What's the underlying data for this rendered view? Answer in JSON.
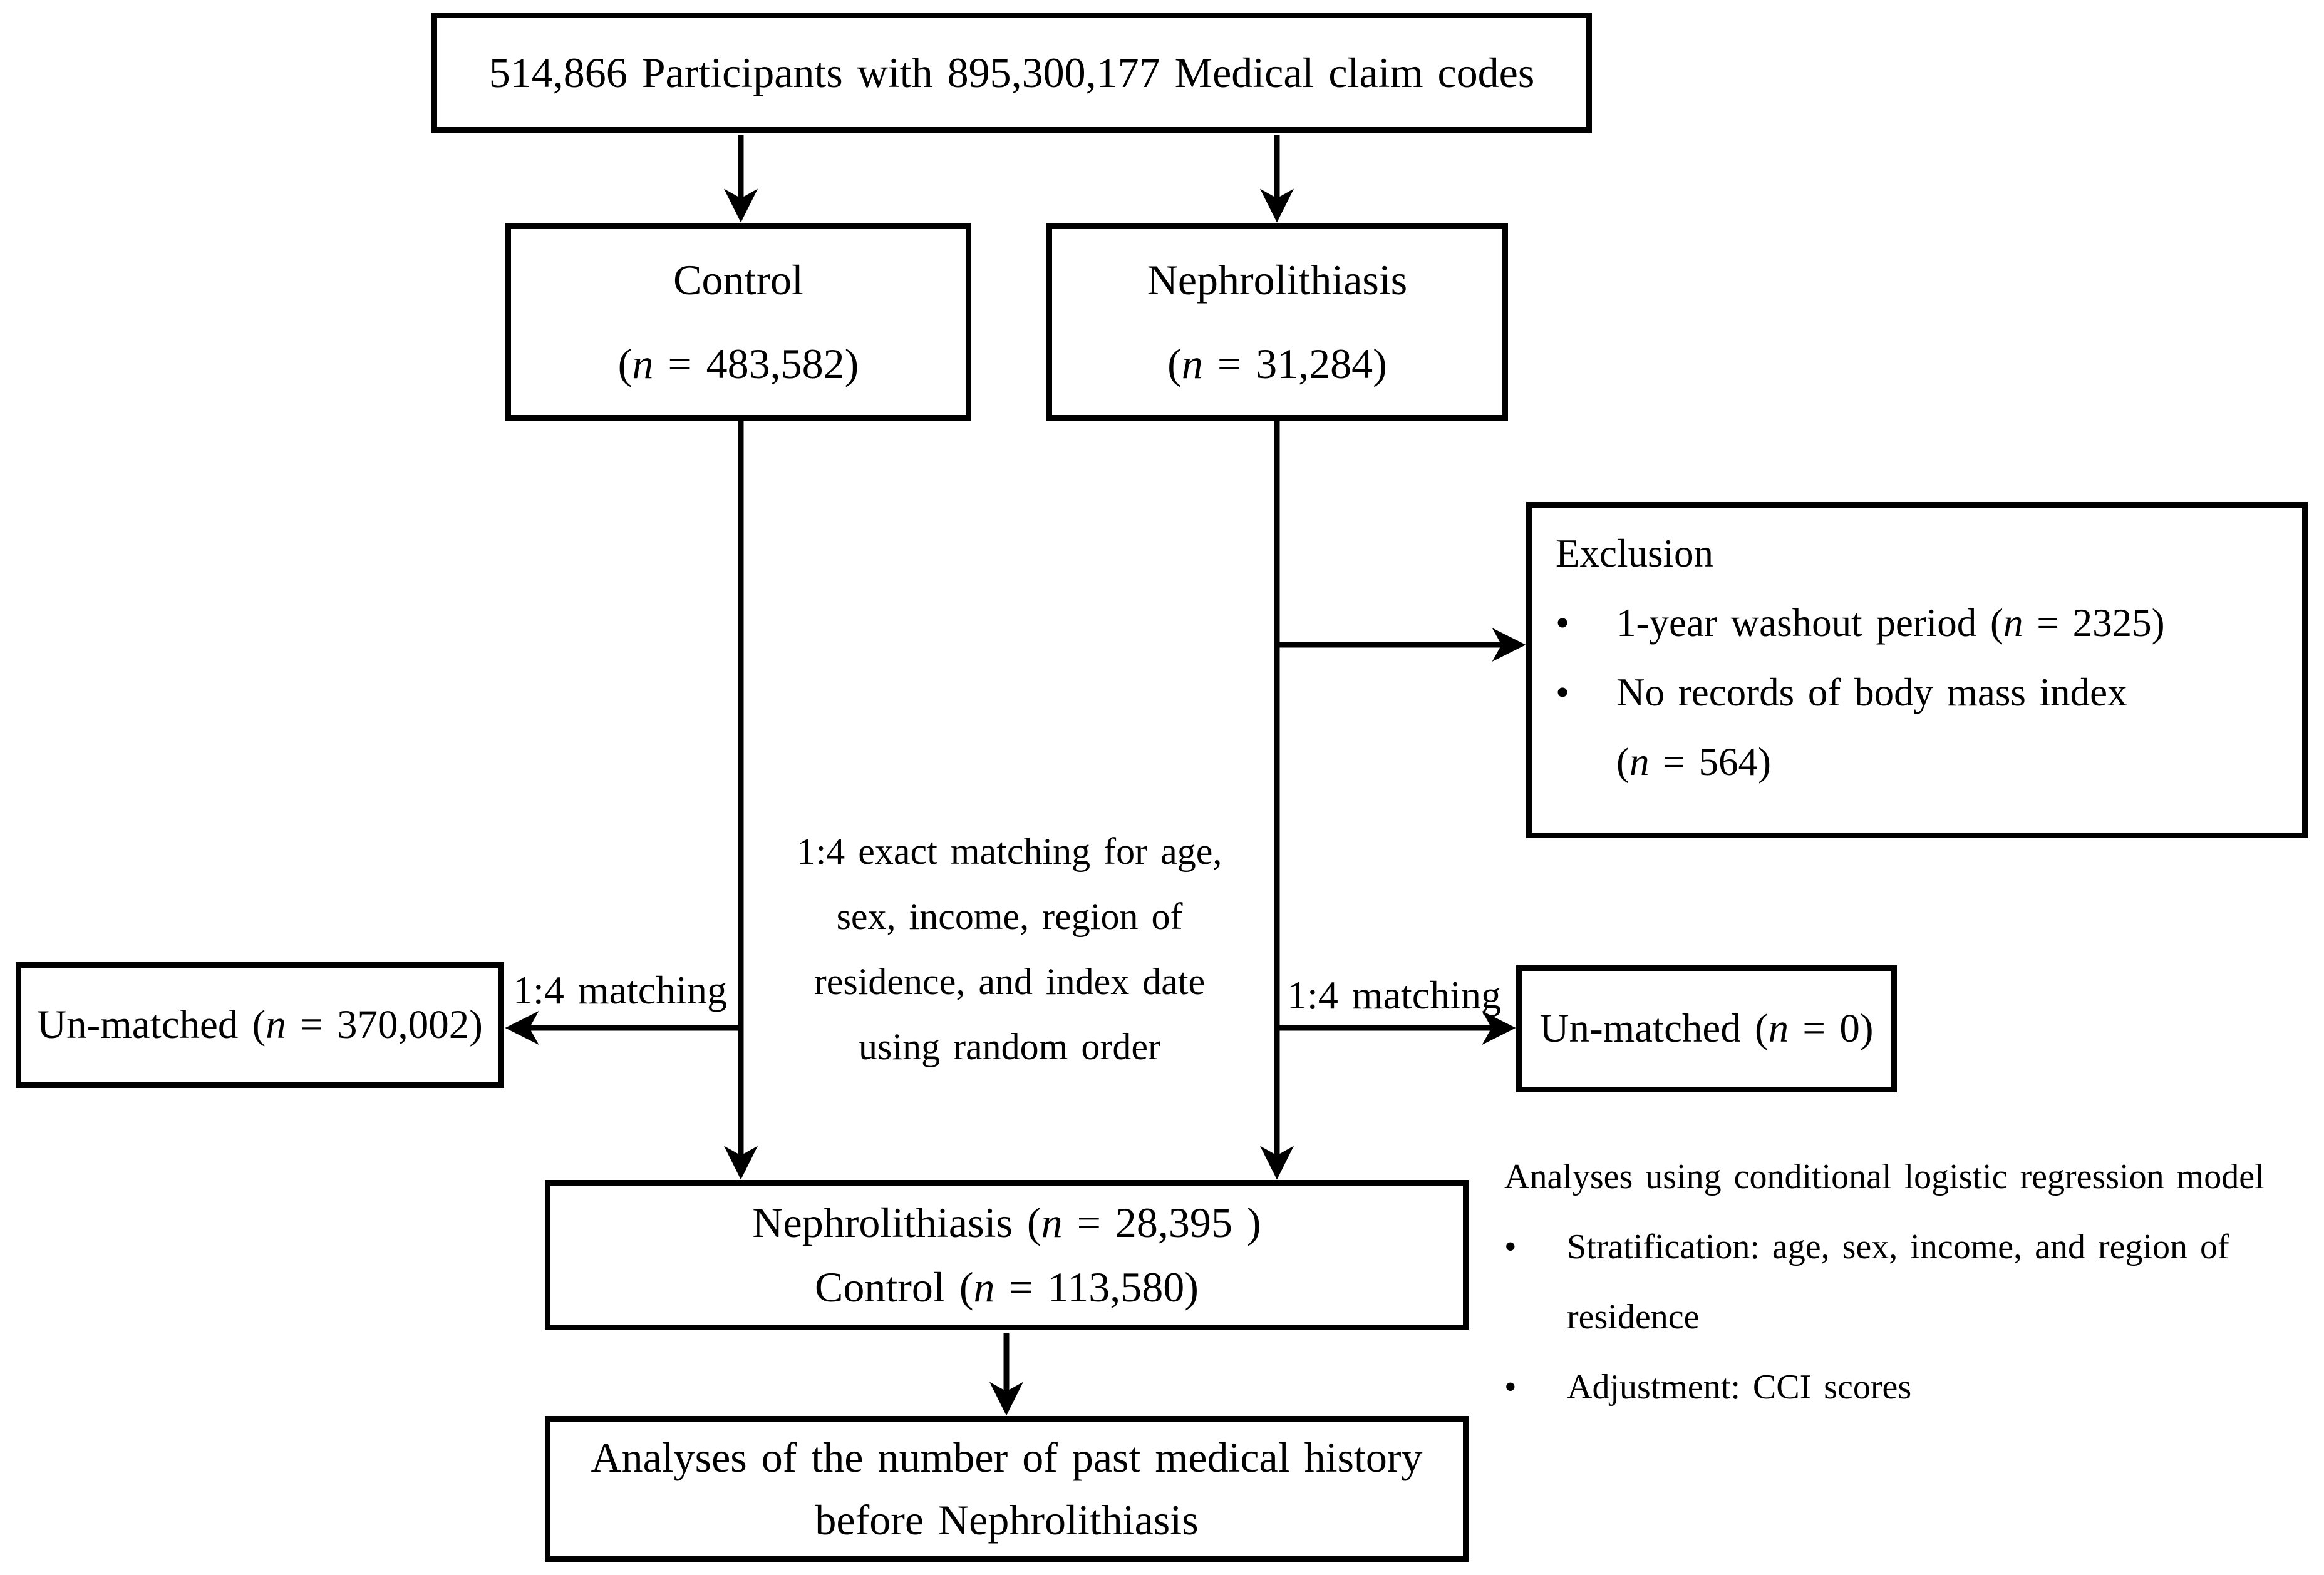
{
  "top_box": {
    "text": "514,866 Participants with 895,300,177 Medical claim codes"
  },
  "control_box": {
    "title": "Control",
    "n_pre": "(",
    "n_var": "n",
    "n_post": " = 483,582)"
  },
  "nephro_box": {
    "title": "Nephrolithiasis",
    "n_pre": "(",
    "n_var": "n",
    "n_post": " = 31,284)"
  },
  "exclusion_box": {
    "title": "Exclusion",
    "bullet": "•",
    "item1_pre": "1-year washout period (",
    "item1_var": "n",
    "item1_post": " = 2325)",
    "item2_line1": "No records of body mass index",
    "item2_pre": "(",
    "item2_var": "n",
    "item2_post": " = 564)"
  },
  "match_note": {
    "line1": "1:4 exact matching for age,",
    "line2": "sex, income, region of",
    "line3": "residence, and index date",
    "line4": "using random order"
  },
  "labels": {
    "left": "1:4 matching",
    "right": "1:4 matching"
  },
  "left_unmatched": {
    "pre": "Un-matched (",
    "var": "n",
    "post": " = 370,002)"
  },
  "right_unmatched": {
    "pre": "Un-matched (",
    "var": "n",
    "post": " = 0)"
  },
  "matched_box": {
    "line1_pre": "Nephrolithiasis (",
    "line1_var": "n",
    "line1_post": " = 28,395 )",
    "line2_pre": "Control (",
    "line2_var": "n",
    "line2_post": " = 113,580)"
  },
  "analysis_note": {
    "header": "Analyses using conditional logistic regression model",
    "bullet": "•",
    "item1_line1": "Stratification: age, sex, income, and region of",
    "item1_line2": "residence",
    "item2": "Adjustment: CCI scores"
  },
  "bottom_box": {
    "line1": "Analyses of the number of past medical history",
    "line2": "before Nephrolithiasis"
  }
}
